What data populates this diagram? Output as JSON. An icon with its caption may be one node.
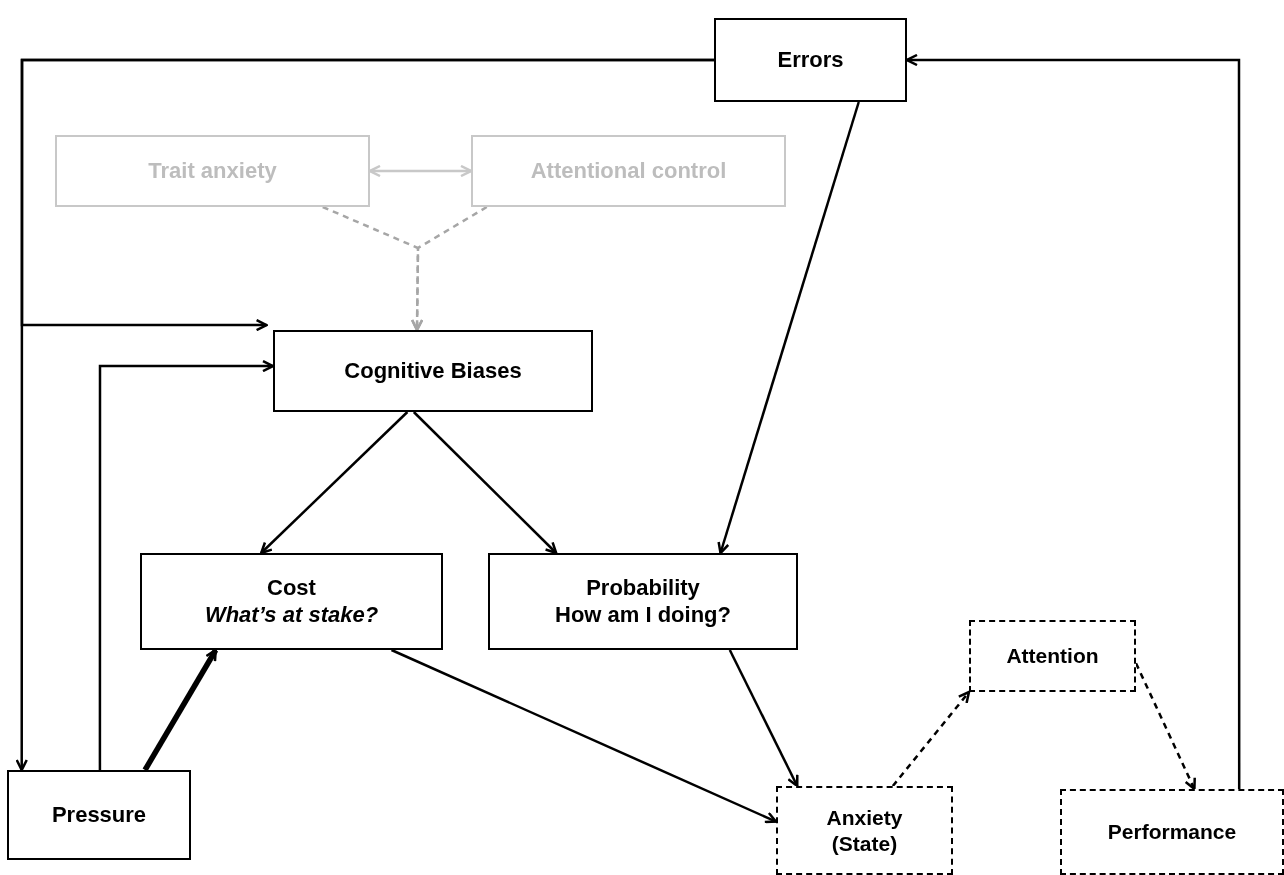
{
  "diagram": {
    "nodes": [
      {
        "text": [
          "Errors"
        ]
      },
      {
        "text": [
          "Trait anxiety"
        ]
      },
      {
        "text": [
          "Attentional control"
        ]
      },
      {
        "text": [
          "Cognitive Biases"
        ]
      },
      {
        "text": [
          "Cost",
          "*What’s at stake?*"
        ]
      },
      {
        "text": [
          "Probability",
          "How am I doing?"
        ]
      },
      {
        "text": [
          "Attention"
        ]
      },
      {
        "text": [
          "Pressure"
        ]
      },
      {
        "text": [
          "Anxiety (State)"
        ]
      },
      {
        "text": [
          "Performance"
        ]
      }
    ],
    "edges": [
      {
        "from": 0,
        "to": 7,
        "arrow": "to"
      },
      {
        "from": 0,
        "to": 3,
        "arrow": "to"
      },
      {
        "from": 7,
        "to": 3,
        "arrow": "to"
      },
      {
        "from": 7,
        "to": 4,
        "arrow": "to",
        "style": "thick"
      },
      {
        "from": 3,
        "to": 4,
        "arrow": "to"
      },
      {
        "from": 3,
        "to": 5,
        "arrow": "to"
      },
      {
        "from": 0,
        "to": 5,
        "arrow": "to"
      },
      {
        "from": 4,
        "to": 8,
        "arrow": "to"
      },
      {
        "from": 5,
        "to": 8,
        "arrow": "to"
      },
      {
        "from": 8,
        "to": 6,
        "arrow": "to",
        "style": "dashed"
      },
      {
        "from": 6,
        "to": 9,
        "arrow": "to",
        "style": "dashed"
      },
      {
        "from": 9,
        "to": 0,
        "arrow": "to"
      },
      {
        "from": 1,
        "to": 2,
        "arrow": "both",
        "color": "#c8c8c8"
      },
      {
        "from": 1,
        "to": 3,
        "arrow": "to",
        "style": "dashed",
        "color": "#a6a6a6"
      },
      {
        "from": 2,
        "to": 3,
        "arrow": "to",
        "style": "dashed",
        "color": "#a6a6a6"
      }
    ]
  }
}
